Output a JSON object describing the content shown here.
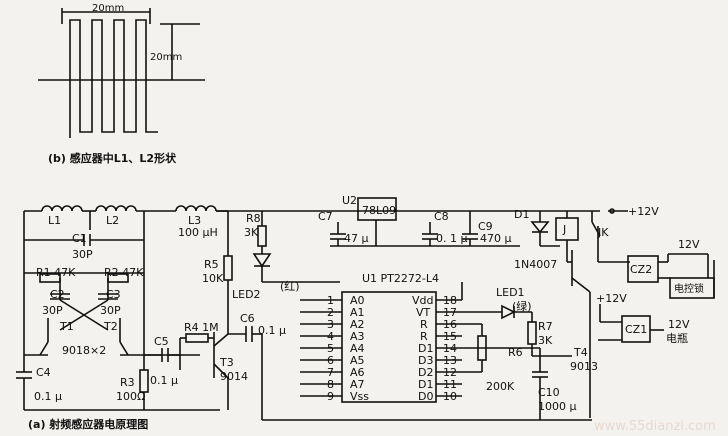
{
  "sensor_figure": {
    "dim_width": "20mm",
    "dim_height": "20mm",
    "caption": "(b) 感应器中L1、L2形状"
  },
  "main_figure": {
    "caption": "(a) 射频感应器电原理图"
  },
  "labels": {
    "L1": "L1",
    "L2": "L2",
    "L3": "L3",
    "L3v": "100 μH",
    "C1": "C1",
    "C1v": "30P",
    "R1": "R1 47K",
    "R2": "R2 47K",
    "C2": "C2",
    "C2v": "30P",
    "C3": "C3",
    "C3v": "30P",
    "T1": "T1",
    "T2": "T2",
    "Tpair": "9018×2",
    "C4": "C4",
    "C4v": "0.1 μ",
    "R3": "R3",
    "R3v": "100Ω",
    "C5": "C5",
    "C5v": "0.1 μ",
    "R4": "R4 1M",
    "T3": "T3",
    "T3v": "9014",
    "R5": "R5",
    "R5v": "10K",
    "R8": "R8",
    "R8v": "3K",
    "LED2": "LED2",
    "LED2c": "(红)",
    "C6": "C6",
    "C6v": "0.1 μ",
    "U2": "U2",
    "U2v": "78L09",
    "C7": "C7",
    "C7v": "47 μ",
    "C8": "C8",
    "C8v": "0. 1 μ",
    "C9": "C9",
    "C9v": "470 μ",
    "D1": "D1",
    "D1v": "1N4007",
    "J": "J",
    "JK": "JK",
    "plus12": "+12V",
    "U1": "U1 PT2272-L4",
    "LED1": "LED1",
    "LED1c": "(绿)",
    "R6": "R6",
    "R6v": "200K",
    "R7": "R7",
    "R7v": "3K",
    "T4": "T4",
    "T4v": "9013",
    "C10": "C10",
    "C10v": "1000 μ",
    "CZ2": "CZ2",
    "CZ1": "CZ1",
    "ctrl": "电控锁",
    "p12a": "12V",
    "p12b": "+12V",
    "p12c": "12V",
    "battery": "电瓶"
  },
  "ic_pins_left": [
    {
      "num": "1",
      "name": "A0"
    },
    {
      "num": "2",
      "name": "A1"
    },
    {
      "num": "3",
      "name": "A2"
    },
    {
      "num": "4",
      "name": "A3"
    },
    {
      "num": "5",
      "name": "A4"
    },
    {
      "num": "6",
      "name": "A5"
    },
    {
      "num": "7",
      "name": "A6"
    },
    {
      "num": "8",
      "name": "A7"
    },
    {
      "num": "9",
      "name": "Vss"
    }
  ],
  "ic_pins_right": [
    {
      "num": "18",
      "name": "Vdd"
    },
    {
      "num": "17",
      "name": "VT"
    },
    {
      "num": "16",
      "name": "R"
    },
    {
      "num": "15",
      "name": "R"
    },
    {
      "num": "14",
      "name": "D1"
    },
    {
      "num": "13",
      "name": "D3"
    },
    {
      "num": "12",
      "name": "D2"
    },
    {
      "num": "11",
      "name": "D1"
    },
    {
      "num": "10",
      "name": "D0"
    }
  ],
  "watermark": "www.55dianzi.com"
}
